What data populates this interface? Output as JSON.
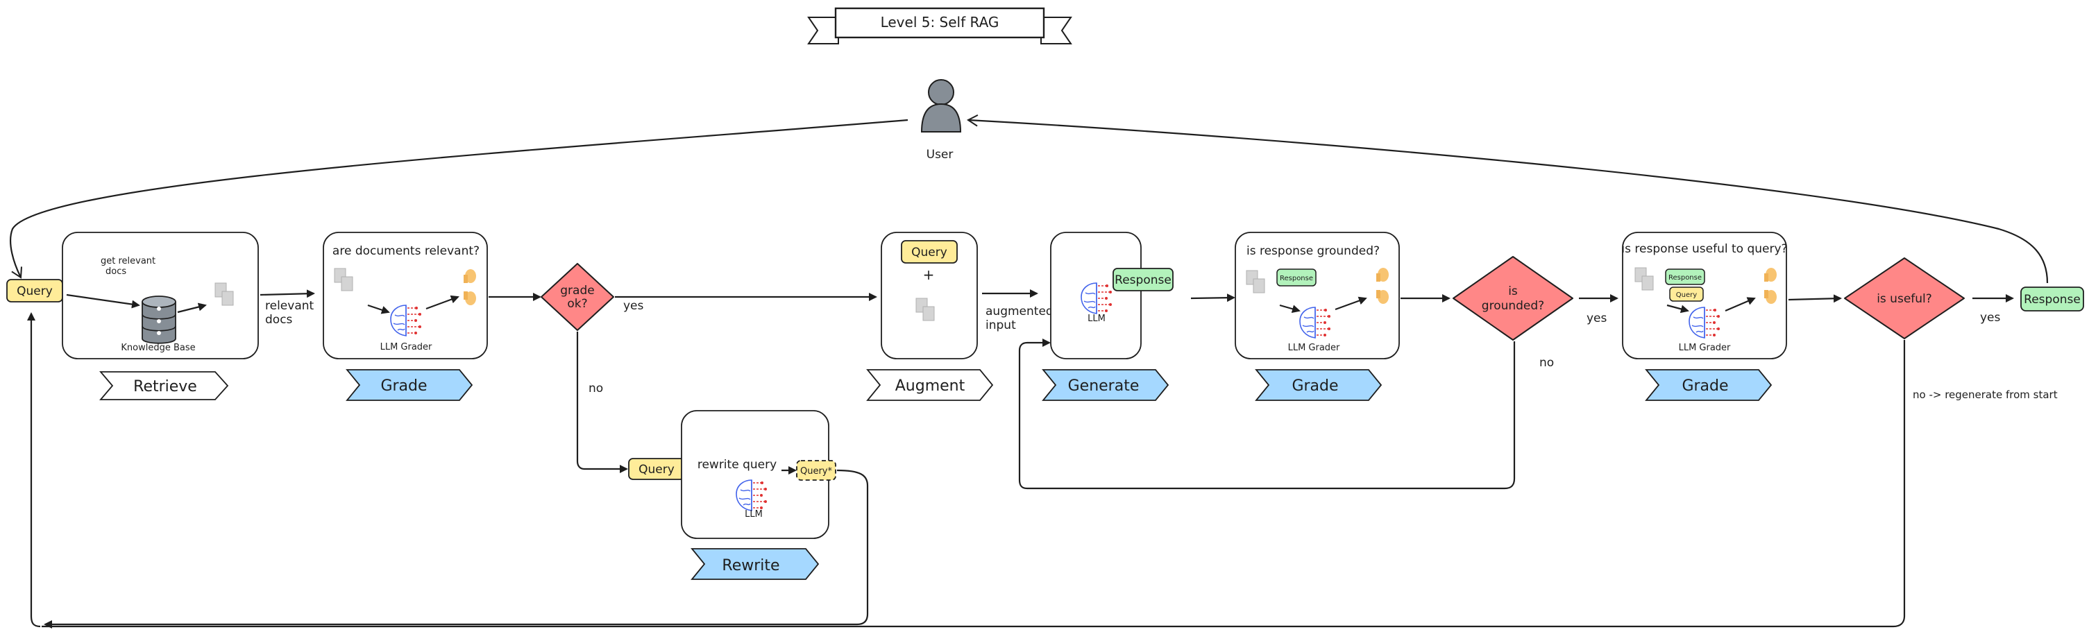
{
  "title": "Level 5: Self RAG",
  "user": {
    "label": "User"
  },
  "query_start": {
    "label": "Query"
  },
  "retrieve": {
    "note": [
      "get relevant",
      "docs"
    ],
    "kb_label": "Knowledge Base",
    "step_label": "Retrieve",
    "edge_label": [
      "relevant",
      "docs"
    ]
  },
  "grade_docs": {
    "question": "are documents relevant?",
    "grader_label": "LLM Grader",
    "step_label": "Grade"
  },
  "decision_grade": {
    "label": [
      "grade",
      "ok?"
    ],
    "yes_label": "yes",
    "no_label": "no"
  },
  "rewrite": {
    "query_in": "Query",
    "title": "rewrite query",
    "query_out": "Query*",
    "llm_label": "LLM",
    "step_label": "Rewrite"
  },
  "augment": {
    "query_label": "Query",
    "plus": "+",
    "step_label": "Augment",
    "edge_label": [
      "augmented",
      "input"
    ]
  },
  "generate": {
    "llm_label": "LLM",
    "response_label": "Response",
    "step_label": "Generate"
  },
  "grade_grounded": {
    "question": "is response grounded?",
    "response_chip": "Response",
    "grader_label": "LLM Grader",
    "step_label": "Grade"
  },
  "decision_grounded": {
    "label": [
      "is",
      "grounded?"
    ],
    "yes_label": "yes",
    "no_label": "no"
  },
  "grade_useful": {
    "question": "is response useful to query?",
    "response_chip": "Response",
    "query_chip": "Query",
    "grader_label": "LLM Grader",
    "step_label": "Grade"
  },
  "decision_useful": {
    "label": "is useful?",
    "yes_label": "yes",
    "no_label": "no -> regenerate from start"
  },
  "response_final": {
    "label": "Response"
  },
  "colors": {
    "query_yellow": "#ffec99",
    "response_green": "#b2f2bb",
    "decision_red": "#ff8787",
    "grade_blue": "#a5d8ff",
    "user_gray": "#868e96",
    "brain_blue": "#4263eb",
    "brain_red": "#e03131"
  }
}
